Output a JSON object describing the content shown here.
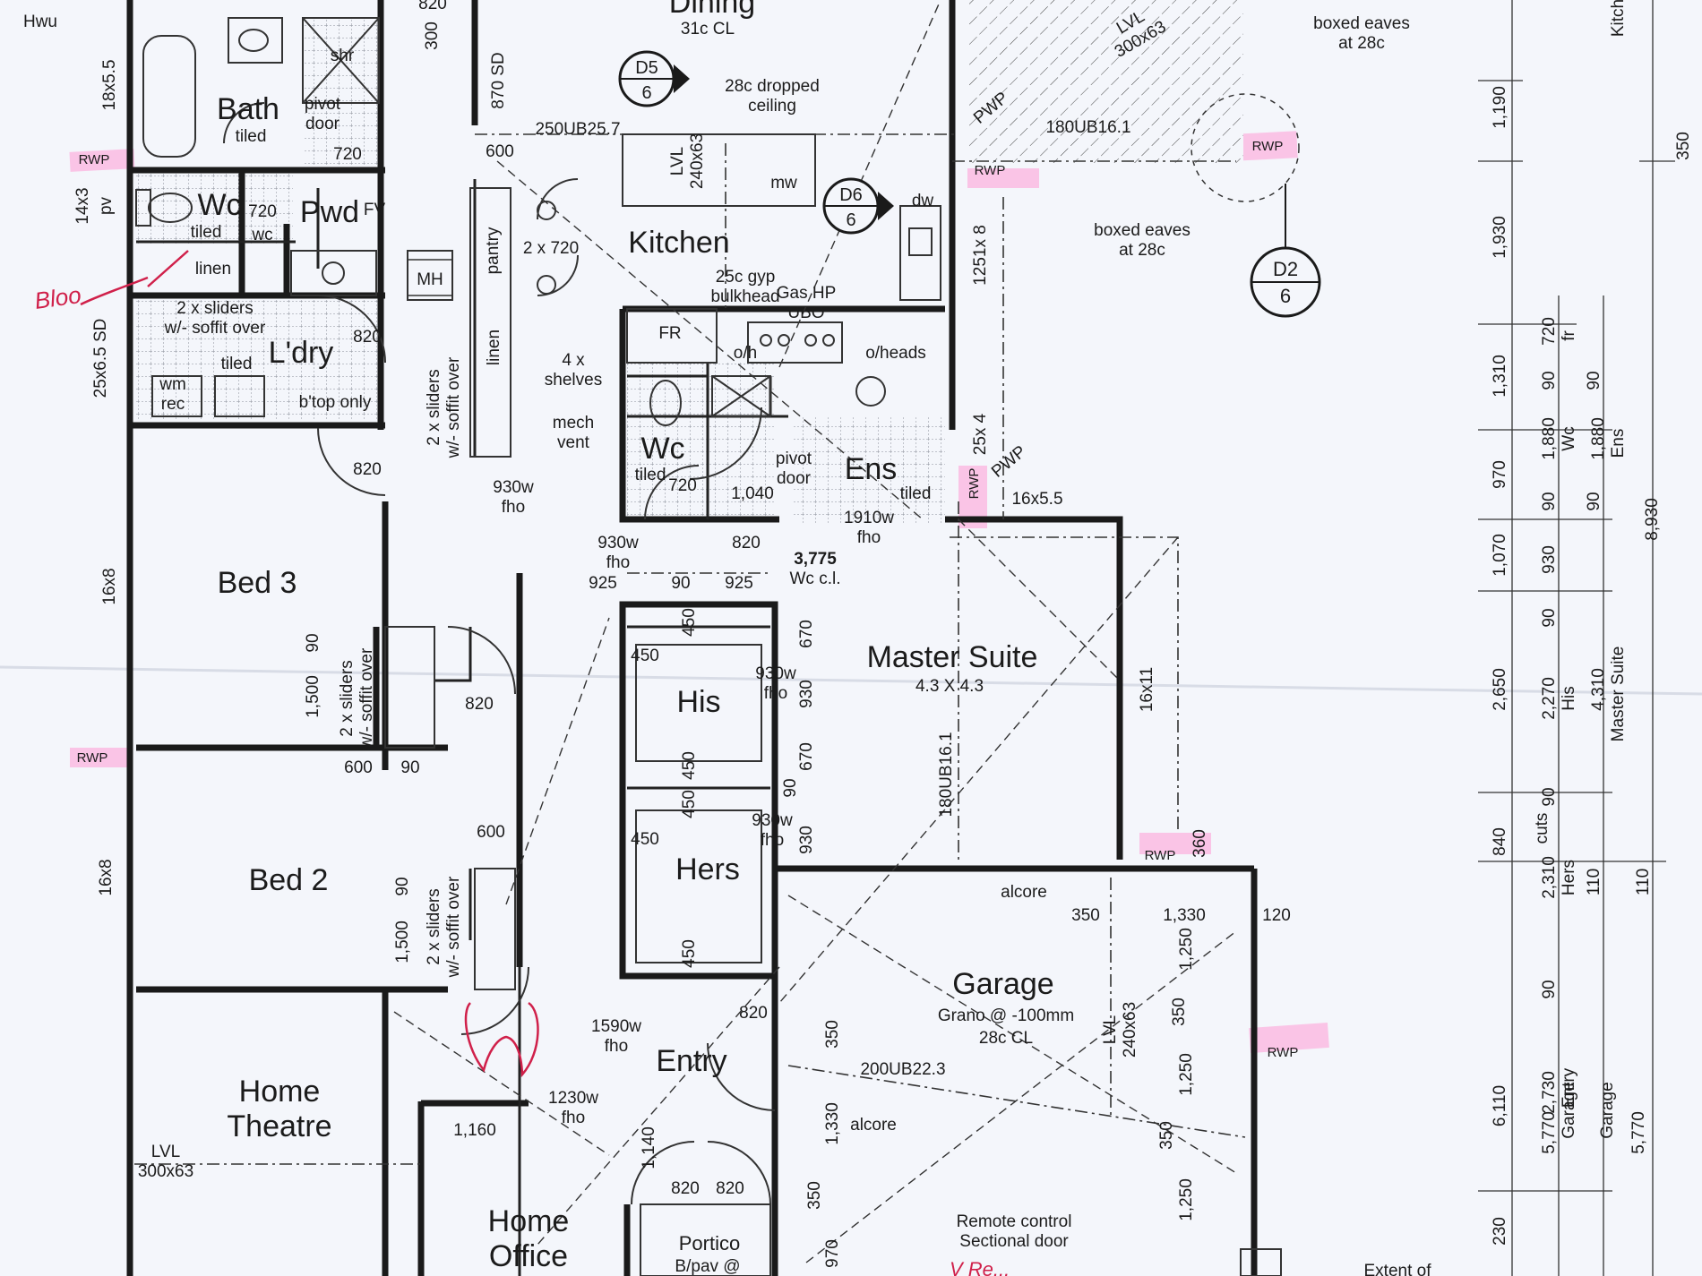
{
  "rooms": {
    "dining": "Dining",
    "dining_ceiling": "31c CL",
    "bath": "Bath",
    "bath_tiled": "tiled",
    "shr": "shr",
    "pivot_door": "pivot\ndoor",
    "pwd": "Pwd",
    "fv": "FV",
    "wc_top": "Wc",
    "wc_tiled": "tiled",
    "wc_label": "wc",
    "linen": "linen",
    "sliders_soffit": "2 x sliders\nw/- soffit over",
    "ldry": "L'dry",
    "ldry_tiled": "tiled",
    "wm_rec": "wm\nrec",
    "btop_only": "b'top only",
    "mh": "MH",
    "pantry": "pantry",
    "linen_hall": "linen",
    "shelves": "4 x\nshelves",
    "mech_vent": "mech\nvent",
    "kitchen": "Kitchen",
    "dropped_ceiling": "28c dropped\nceiling",
    "mw": "mw",
    "lvl_kitchen": "LVL\n240x63",
    "gyp_bulkhead": "25c gyp\nbulkhead",
    "gas_hp": "Gas HP\nUBO",
    "fr": "FR",
    "oh": "o/h",
    "oheads": "o/heads",
    "dw": "dw",
    "wc_ens": "Wc",
    "wc_ens_tiled": "tiled",
    "ens": "Ens",
    "ens_tiled": "tiled",
    "ens_pivot": "pivot\ndoor",
    "fho_1910": "1910w\nfho",
    "bed3": "Bed 3",
    "bed2": "Bed 2",
    "home_theatre": "Home\nTheatre",
    "lvl_theatre": "LVL\n300x63",
    "home_office": "Home\nOffice",
    "his": "His",
    "hers": "Hers",
    "master_suite": "Master Suite",
    "master_size": "4.3 X 4.3",
    "beam_master": "180UB16.1",
    "entry": "Entry",
    "portico": "Portico",
    "portico_sub": "B/pav @",
    "garage": "Garage",
    "garage_grano": "Grano @ -100mm",
    "garage_cl": "28c CL",
    "alcore_top": "alcore",
    "alcore_bottom": "alcore",
    "beam_garage": "200UB22.3",
    "lvl_garage": "LVL\n240x63",
    "remote_door": "Remote control\nSectional door",
    "boxed_eaves_1": "boxed eaves\nat 28c",
    "boxed_eaves_2": "boxed eaves\nat 28c",
    "beam_250": "250UB25.7",
    "beam_180": "180UB16.1",
    "lvl_alfresco": "LVL\n300x63",
    "pwp_1": "PWP",
    "pwp_2": "PWP",
    "extent_of": "Extent of",
    "kitch_edge": "Kitch",
    "hwu": "Hwu",
    "wc_cl": "Wc c.l.",
    "cuts": "cuts"
  },
  "sections": [
    {
      "code": "D5",
      "num": "6"
    },
    {
      "code": "D6",
      "num": "6"
    },
    {
      "code": "D2",
      "num": "6"
    }
  ],
  "fho_notes": {
    "n930_a": "930w\nfho",
    "n930_b": "930w\nfho",
    "n930_his": "930w\nfho",
    "n930_hers": "930w\nfho",
    "n1590": "1590w\nfho",
    "n1230": "1230w\nfho"
  },
  "rwp_label": "RWP",
  "dimensions": {
    "d820_top": "820",
    "d300": "300",
    "d870sd": "870 SD",
    "d720_bath": "720",
    "d720_wc": "720",
    "d820_ldry": "820",
    "d600_k": "600",
    "d2x720": "2 x 720",
    "d820_bed3": "820",
    "d820_door": "820",
    "d1500_b3": "1,500",
    "d90_b3": "90",
    "d600_b2": "600",
    "d90_b2": "90",
    "d600_b2b": "600",
    "d1500_b2": "1,500",
    "d90_b2c": "90",
    "d820_entry": "820",
    "d1160": "1,160",
    "d1140": "1,140",
    "d820a": "820",
    "d820b": "820",
    "d720_ens": "720",
    "d1040": "1,040",
    "d820_ens": "820",
    "d3775": "3,775",
    "d925a": "925",
    "d90_wc": "90",
    "d925b": "925",
    "d16x5_5": "16x5.5",
    "d450a": "450",
    "d450b": "450",
    "d450c": "450",
    "d450d": "450",
    "d450e": "450",
    "d450f": "450",
    "d670a": "670",
    "d930a": "930",
    "d670b": "670",
    "d90_h": "90",
    "d930b": "930",
    "d350a": "350",
    "d1330a": "1,330",
    "d120": "120",
    "d1250a": "1,250",
    "d350b": "350",
    "d1250b": "1,250",
    "d350c": "350",
    "d1250c": "1,250",
    "d350d": "350",
    "d1330b": "1,330",
    "d350e": "350",
    "d970": "970",
    "d360": "360",
    "win_18x5_5": "18x5.5",
    "win_14x3": "14x3",
    "win_pv": "pv",
    "win_25x6_5": "25x6.5 SD",
    "win_16x8_a": "16x8",
    "win_16x8_b": "16x8",
    "win_1251x8": "1251x 8",
    "win_25x4": "25x 4",
    "win_16x11": "16x11"
  },
  "right_dims_col1": [
    "1,190",
    "1,930",
    "1,310",
    "970",
    "1,070",
    "2,650",
    "840",
    "6,110",
    "230"
  ],
  "right_dims_col2": [
    "720",
    "90",
    "1,880",
    "90",
    "930",
    "90",
    "2,270",
    "90",
    "2,310",
    "90",
    "2,730",
    "5,770"
  ],
  "right_dims_col2_labels": [
    "fr",
    "Wc",
    "His",
    "Hers",
    "Entry",
    "Garage"
  ],
  "right_dims_col3": [
    "350",
    "90",
    "1,880",
    "90",
    "8,930",
    "4,310",
    "110",
    "110",
    "5,770"
  ],
  "right_dims_col3_labels": [
    "Ens",
    "Master Suite",
    "Garage"
  ],
  "handwritten": {
    "door_marks": "cαν",
    "bloo": "Bloo",
    "bottom_note": "V Re..."
  },
  "colors": {
    "paper": "#f4f6fb",
    "ink": "#1a1a1a",
    "highlighter": "#ff9bd6",
    "pen_red": "#d0204a"
  }
}
